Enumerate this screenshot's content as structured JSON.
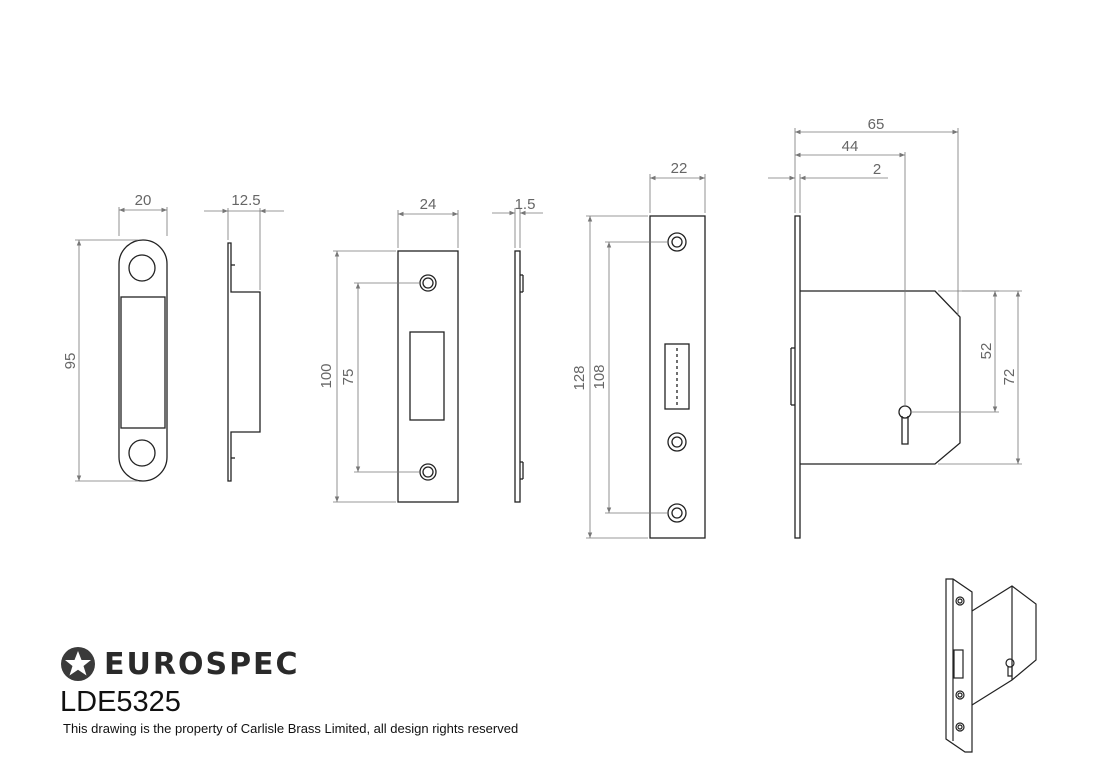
{
  "brand": {
    "name": "EUROSPEC",
    "logo_icon": "star-in-circle"
  },
  "product_code": "LDE5325",
  "notice": "This drawing is the property of Carlisle Brass Limited, all design rights reserved",
  "dimensions": {
    "strike_width": "20",
    "strike_height": "95",
    "strike_depth": "12.5",
    "keep_width": "24",
    "keep_height": "100",
    "keep_hole_centres": "75",
    "keep_thickness": "1.5",
    "forend_width": "22",
    "forend_height": "128",
    "forend_hole_centres": "108",
    "case_depth": "65",
    "backset": "44",
    "forend_thickness": "2",
    "case_inner_height": "52",
    "case_height": "72"
  }
}
